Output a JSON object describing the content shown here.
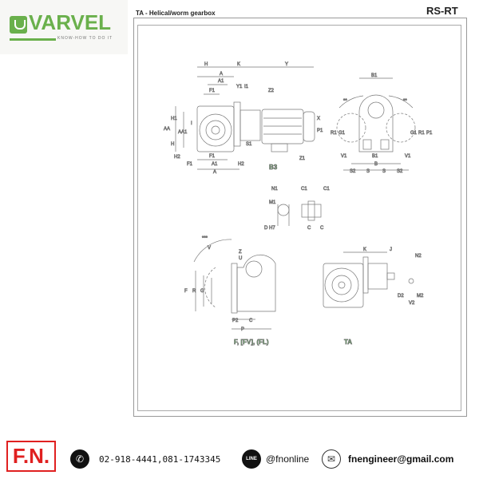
{
  "logo": {
    "name": "VARVEL",
    "tagline": "KNOW-HOW TO DO IT"
  },
  "header": {
    "title": "TA - Helical/worm  gearbox",
    "code": "RS-RT"
  },
  "labels": {
    "H": "H",
    "K": "K",
    "Y": "Y",
    "A": "A",
    "A1": "A1",
    "F1": "F1",
    "Y1": "Y1",
    "I1": "I1",
    "Z2": "Z2",
    "AA": "AA",
    "AA1": "AA1",
    "H1": "H1",
    "I": "I",
    "H2": "H2",
    "S1": "S1",
    "Z1": "Z1",
    "P1": "P1",
    "X": "X",
    "R1": "R1",
    "G1": "G1",
    "B1": "B1",
    "B": "B",
    "V1": "V1",
    "S": "S",
    "S2": "S2",
    "two_star": "**",
    "three_star": "***",
    "N1": "N1",
    "M1": "M1",
    "C1": "C1",
    "DH7": "D H7",
    "C": "C",
    "V": "V",
    "Z": "Z",
    "U": "U",
    "F": "F",
    "R": "R",
    "G": "G",
    "P2": "P2",
    "P": "P",
    "J": "J",
    "N2": "N2",
    "D2": "D2",
    "M2": "M2",
    "V2": "V2"
  },
  "captions": {
    "b3": "B3",
    "flange": "F, [FV], (FL)",
    "ta": "TA"
  },
  "footer": {
    "brand": "F.N.",
    "phone": "02-918-4441,081-1743345",
    "line_label": "LINE",
    "line_id": "@fnonline",
    "email": "fnengineer@gmail.com"
  },
  "colors": {
    "brand_green": "#6ab04c",
    "fn_red": "#e02020",
    "caption_green": "#5cb85c"
  }
}
